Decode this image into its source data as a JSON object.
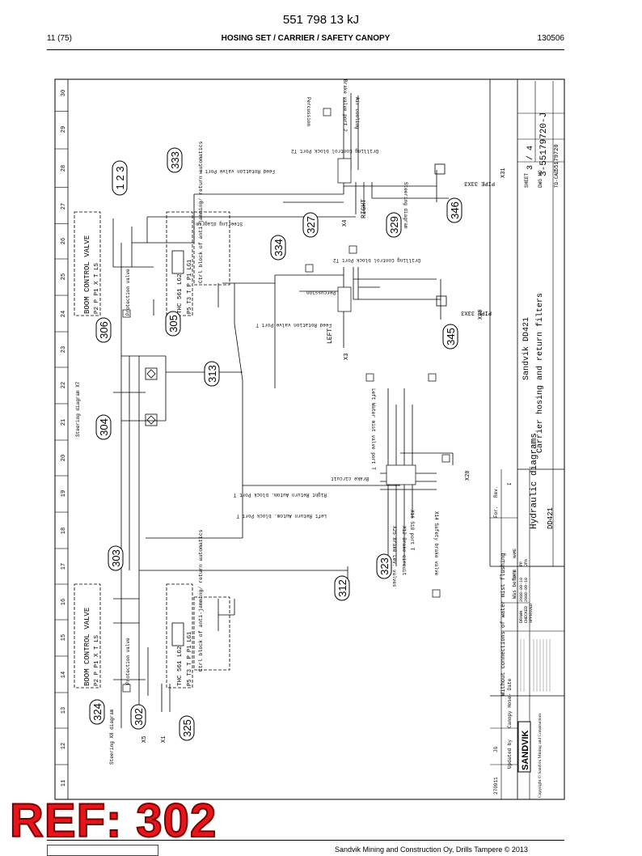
{
  "header": {
    "doc_number": "551 798 13 kJ",
    "page": "11 (75)",
    "title": "HOSING SET / CARRIER / SAFETY CANOPY",
    "date": "130506"
  },
  "grid_top": [
    "30",
    "29",
    "28",
    "27",
    "26",
    "25",
    "24",
    "23",
    "22",
    "21",
    "20",
    "19",
    "18",
    "17",
    "16",
    "15",
    "14",
    "13",
    "12",
    "11"
  ],
  "callouts": [
    {
      "id": "c333",
      "label": "333"
    },
    {
      "id": "c123",
      "label": "1 2 3"
    },
    {
      "id": "c327",
      "label": "327"
    },
    {
      "id": "c329",
      "label": "329"
    },
    {
      "id": "c346",
      "label": "346"
    },
    {
      "id": "c334",
      "label": "334"
    },
    {
      "id": "c306",
      "label": "306"
    },
    {
      "id": "c305",
      "label": "305"
    },
    {
      "id": "c345",
      "label": "345"
    },
    {
      "id": "c313",
      "label": "313"
    },
    {
      "id": "c304",
      "label": "304"
    },
    {
      "id": "c303",
      "label": "303"
    },
    {
      "id": "c323",
      "label": "323"
    },
    {
      "id": "c312",
      "label": "312"
    },
    {
      "id": "c324",
      "label": "324"
    },
    {
      "id": "c302",
      "label": "302"
    },
    {
      "id": "c325",
      "label": "325"
    }
  ],
  "labels": {
    "boom_valve": "BOOM CONTROL VALVE",
    "ports_top": "P2   P  P1  X   T    LS",
    "thc": "THC 561   LG2",
    "thc_ports": "P5  T3  T  P  P1  LG1",
    "ctrl_block": "Ctrl block of anti-jamming/ return automatics",
    "protection_valve": "Protection valve",
    "right": "RIGHT",
    "left": "LEFT",
    "drilling_control_r": "Drilling Control block Port T2",
    "drilling_control_l": "Drilling Control block Port T2",
    "percussion": "Percussion",
    "feed_rotation": "Feed Rotation valve Port T",
    "brake_valve": "Brake valve port 2",
    "air_cooling": "Air cooling",
    "steering_diag": "Steering diagram",
    "pipe_r": "PIPE 33X3",
    "pipe_l": "PIPE 33X3",
    "x31": "X31",
    "x29": "X29",
    "x4": "X4",
    "x3": "X3",
    "x28": "X28",
    "x5": "X5",
    "x1": "X1",
    "brake_circuit": "Brake circuit",
    "return_automatics": "Right Return Autom. block Port T",
    "left_return": "Left Return Autom. block Port T",
    "x16": "X16 S10 port T",
    "x14": "X14 Safety brake valve",
    "x12": "X12 Brake circuit",
    "x25": "X25 Brake Lev. valves",
    "hoses_r": "Left Water mist valve port T",
    "steering_x8": "Steering X8 diagram",
    "steering_x7": "Steering diagram X7"
  },
  "title_block": {
    "company": "Sandvik DD421",
    "subject": "Carrier hosing and return filters",
    "sheet_label": "SHEET",
    "sheet": "3 / 4",
    "dwg_label": "DWG NO",
    "dwg": "3-55179720-J",
    "cad_label": "TD-CAD",
    "cad": "55179720",
    "diagram_title": "Hydraulic diagrams",
    "model": "DD421",
    "revision_note": "Without connections of water mist flushing",
    "rev_date": "270911",
    "rev_by": "JG",
    "was_before": "Was before",
    "rev_label": "Rev.",
    "rev_value": "I",
    "for_label": "For.",
    "drawn": "DRAWN",
    "checked": "CHECKED",
    "approved": "APPROVED",
    "date_label": "DATE",
    "name_label": "NAME",
    "drawn_date": "2008-09-10",
    "checked_date": "2008-09-10",
    "drawn_name": "PP",
    "checked_name": "JPA",
    "upd_label": "Updated by",
    "canopy": "Canopy Hose-  Date",
    "logo": "SANDVIK",
    "copyright": "Copyright © Sandvik Mining and Construction"
  },
  "footer": {
    "stamp": "REF: 302",
    "company": "Sandvik Mining and Construction Oy, Drills Tampere © 2013"
  }
}
